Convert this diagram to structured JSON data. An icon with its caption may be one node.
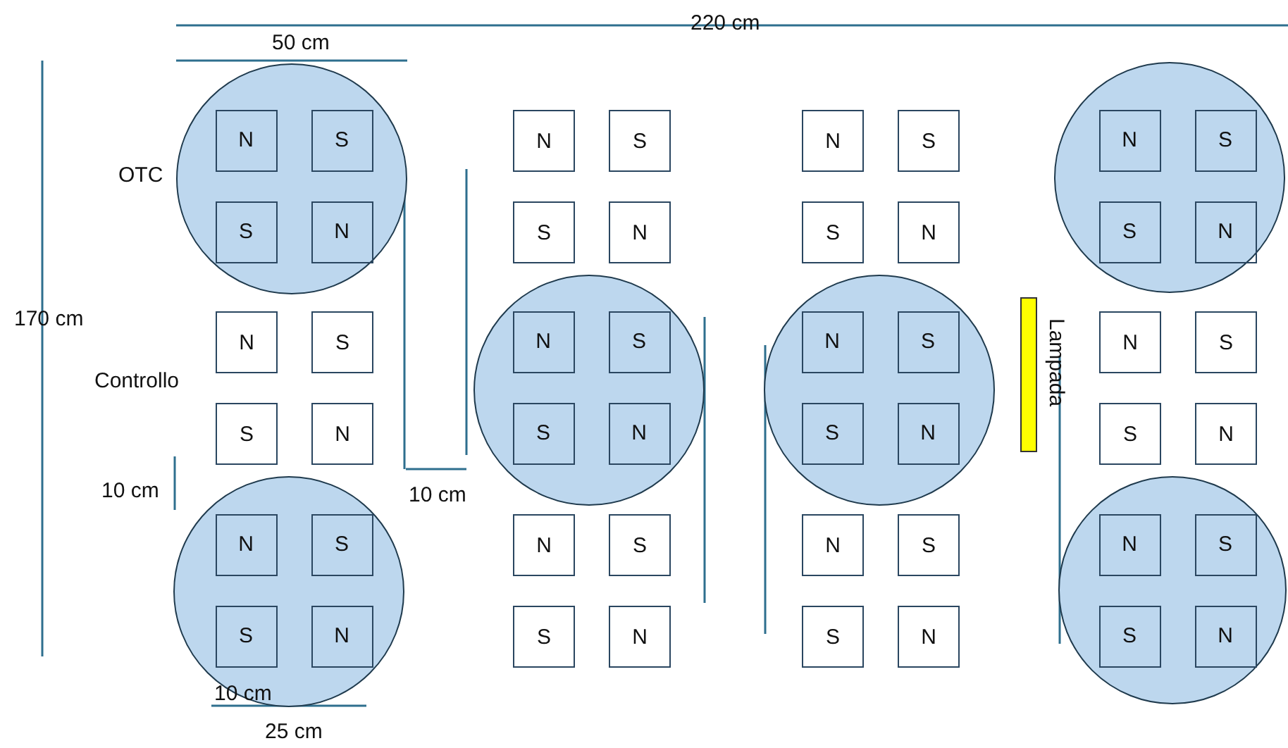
{
  "diagram": {
    "nodes": [
      {
        "text": [],
        "shape": "circle"
      },
      {
        "text": [
          "N"
        ],
        "in": 0
      },
      {
        "text": [
          "S"
        ],
        "in": 0
      },
      {
        "text": [
          "S"
        ],
        "in": 0
      },
      {
        "text": [
          "N"
        ],
        "in": 0
      },
      {
        "text": [
          "N"
        ]
      },
      {
        "text": [
          "S"
        ]
      },
      {
        "text": [
          "S"
        ]
      },
      {
        "text": [
          "N"
        ]
      },
      {
        "text": [],
        "shape": "circle"
      },
      {
        "text": [
          "N"
        ],
        "in": 9
      },
      {
        "text": [
          "S"
        ],
        "in": 9
      },
      {
        "text": [
          "S"
        ],
        "in": 9
      },
      {
        "text": [
          "N"
        ],
        "in": 9
      },
      {
        "text": [
          "N"
        ]
      },
      {
        "text": [
          "S"
        ]
      },
      {
        "text": [
          "S"
        ]
      },
      {
        "text": [
          "N"
        ]
      },
      {
        "text": [],
        "shape": "circle"
      },
      {
        "text": [
          "N"
        ],
        "in": 18
      },
      {
        "text": [
          "S"
        ],
        "in": 18
      },
      {
        "text": [
          "S"
        ],
        "in": 18
      },
      {
        "text": [
          "N"
        ],
        "in": 18
      },
      {
        "text": [
          "N"
        ]
      },
      {
        "text": [
          "S"
        ]
      },
      {
        "text": [
          "S"
        ]
      },
      {
        "text": [
          "N"
        ]
      },
      {
        "text": [
          "N"
        ]
      },
      {
        "text": [
          "S"
        ]
      },
      {
        "text": [
          "S"
        ]
      },
      {
        "text": [
          "N"
        ]
      },
      {
        "text": [],
        "shape": "circle"
      },
      {
        "text": [
          "N"
        ],
        "in": 31
      },
      {
        "text": [
          "S"
        ],
        "in": 31
      },
      {
        "text": [
          "S"
        ],
        "in": 31
      },
      {
        "text": [
          "N"
        ],
        "in": 31
      },
      {
        "text": [
          "N"
        ]
      },
      {
        "text": [
          "S"
        ]
      },
      {
        "text": [
          "S"
        ]
      },
      {
        "text": [
          "N"
        ]
      },
      {
        "text": [],
        "shape": "bar",
        "beside": [
          "Lampada"
        ]
      },
      {
        "text": [],
        "shape": "circle"
      },
      {
        "text": [
          "N"
        ],
        "in": 41
      },
      {
        "text": [
          "S"
        ],
        "in": 41
      },
      {
        "text": [
          "S"
        ],
        "in": 41
      },
      {
        "text": [
          "N"
        ],
        "in": 41
      },
      {
        "text": [
          "N"
        ]
      },
      {
        "text": [
          "S"
        ]
      },
      {
        "text": [
          "S"
        ]
      },
      {
        "text": [
          "N"
        ]
      },
      {
        "text": [],
        "shape": "circle"
      },
      {
        "text": [
          "N"
        ],
        "in": 50
      },
      {
        "text": [
          "S"
        ],
        "in": 50
      },
      {
        "text": [
          "S"
        ],
        "in": 50
      },
      {
        "text": [
          "N"
        ],
        "in": 50
      }
    ],
    "edges": [],
    "labels": [
      "220 cm",
      "50 cm",
      "OTC",
      "170 cm",
      "Controllo",
      "10 cm",
      "10 cm",
      "10 cm",
      "25 cm"
    ]
  }
}
